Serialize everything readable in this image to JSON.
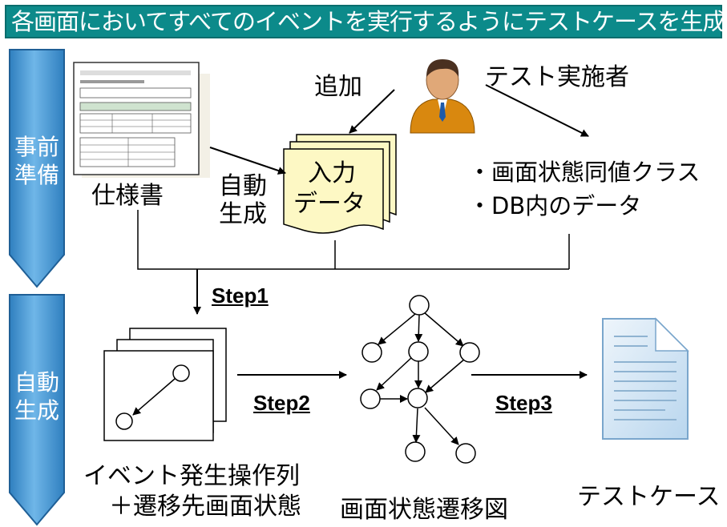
{
  "banner": {
    "title": "各画面においてすべてのイベントを実行するようにテストケースを生成"
  },
  "phases": [
    {
      "label_line1": "事前",
      "label_line2": "準備"
    },
    {
      "label_line1": "自動",
      "label_line2": "生成"
    }
  ],
  "prep": {
    "spec_label": "仕様書",
    "auto_line1": "自動",
    "auto_line2": "生成",
    "add_label": "追加",
    "input_line1": "入力",
    "input_line2": "データ",
    "tester_label": "テスト実施者",
    "bullets": [
      "・画面状態同値クラス",
      "・DB内のデータ"
    ]
  },
  "gen": {
    "step1": "Step1",
    "step2": "Step2",
    "step3": "Step3",
    "event_line1": "イベント発生操作列",
    "event_line2": "＋遷移先画面状態",
    "graph_label": "画面状態遷移図",
    "testcase_label": "テストケース"
  },
  "colors": {
    "banner": "#0c8a8a",
    "phase_arrow": "#4d9fd6",
    "input_note": "#fdf8c4"
  }
}
